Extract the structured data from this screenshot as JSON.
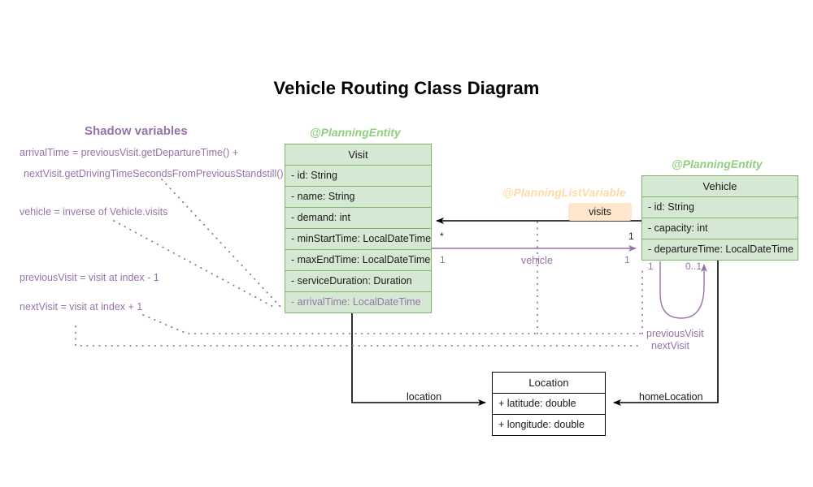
{
  "title": "Vehicle Routing Class Diagram",
  "colors": {
    "entity_fill": "#d5e8d4",
    "entity_border": "#82b366",
    "shadow_purple": "#9673a6",
    "listvar_peach": "#ffd9a6",
    "badge_peach": "#ffe6cc",
    "plain_border": "#000000",
    "stereotype_green": "#8fcf7e"
  },
  "shadow_panel": {
    "heading": "Shadow variables",
    "lines": [
      "arrivalTime = previousVisit.getDepartureTime() +",
      "nextVisit.getDrivingTimeSecondsFromPreviousStandstill()",
      "vehicle = inverse of Vehicle.visits",
      "previousVisit = visit at index - 1",
      "nextVisit = visit at index + 1"
    ]
  },
  "classes": {
    "visit": {
      "stereotype": "@PlanningEntity",
      "name": "Visit",
      "attributes": [
        "- id: String",
        "- name: String",
        "- demand: int",
        "- minStartTime: LocalDateTime",
        "- maxEndTime: LocalDateTime",
        "- serviceDuration: Duration",
        "- arrivalTime: LocalDateTime"
      ],
      "shadow_attributes": [
        "- arrivalTime: LocalDateTime"
      ]
    },
    "vehicle": {
      "stereotype": "@PlanningEntity",
      "name": "Vehicle",
      "attributes": [
        "- id: String",
        "- capacity: int",
        "- departureTime: LocalDateTime"
      ]
    },
    "location": {
      "name": "Location",
      "attributes": [
        "+ latitude: double",
        "+ longitude: double"
      ]
    }
  },
  "relations": {
    "visits": {
      "stereotype": "@PlanningListVariable",
      "label": "visits",
      "source_mult": "1",
      "target_mult": "*"
    },
    "vehicle_ref": {
      "label": "vehicle",
      "source_mult": "1",
      "target_mult": "1"
    },
    "previous_visit": {
      "label": "previousVisit",
      "source_mult": "1",
      "target_mult": "0..1"
    },
    "next_visit": {
      "label": "nextVisit"
    },
    "location_ref": {
      "label": "location"
    },
    "home_location": {
      "label": "homeLocation"
    }
  }
}
